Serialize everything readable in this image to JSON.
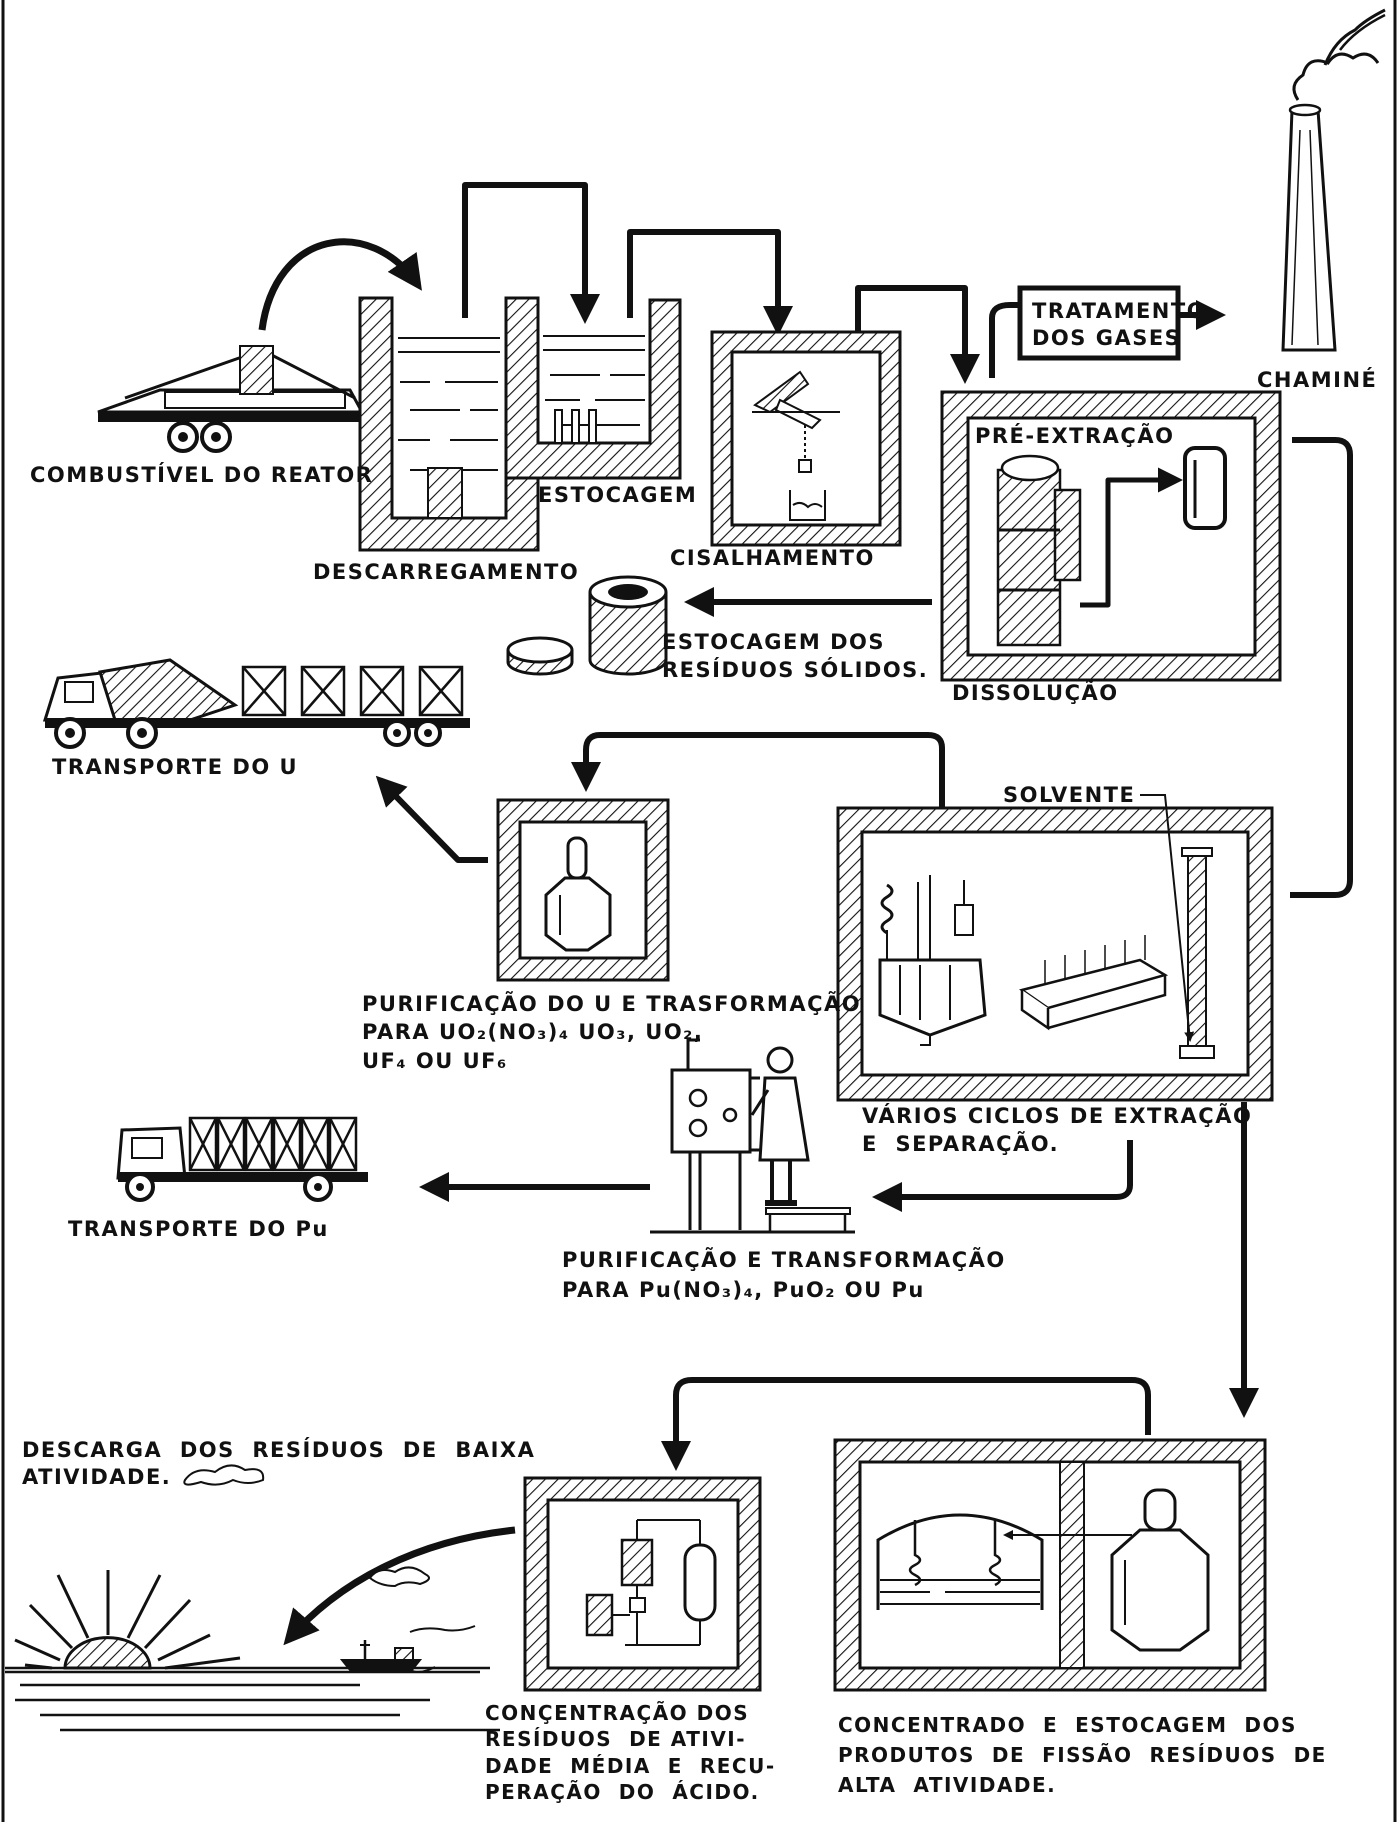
{
  "colors": {
    "ink": "#111111",
    "paper": "#ffffff"
  },
  "labels": {
    "reactor_fuel": "COMBUSTÍVEL DO REATOR",
    "unloading": "DESCARREGAMENTO",
    "storage": "ESTOCAGEM",
    "shearing": "CISALHAMENTO",
    "gas_treatment": "TRATAMENTO\nDOS GASES",
    "chimney": "CHAMINÉ",
    "pre_extraction": "PRÉ-EXTRAÇÃO",
    "dissolution": "DISSOLUÇÃO",
    "solid_waste_storage": "ESTOCAGEM DOS\nRESÍDUOS SÓLIDOS.",
    "u_transport": "TRANSPORTE DO U",
    "solvent": "SOLVENTE",
    "u_purification": "PURIFICAÇÃO DO U E TRASFORMAÇÃO\nPARA UO₂(NO₃)₄ UO₃, UO₂,\nUF₄ OU UF₆",
    "extraction_cycles": "VÁRIOS CICLOS DE EXTRAÇÃO\nE  SEPARAÇÃO.",
    "pu_transport": "TRANSPORTE DO Pu",
    "pu_purification": "PURIFICAÇÃO E TRANSFORMAÇÃO\nPARA Pu(NO₃)₄, PuO₂ OU Pu",
    "low_activity_discharge": "DESCARGA  DOS  RESÍDUOS  DE  BAIXA\nATIVIDADE.",
    "medium_activity": "CONÇENTRAÇÃO DOS\nRESÍDUOS  DE ATIVI-\nDADE  MÉDIA  E  RECU-\nPERAÇÃO  DO  ÁCIDO.",
    "high_activity": "CONCENTRADO  E  ESTOCAGEM  DOS\nPRODUTOS  DE  FISSÃO  RESÍDUOS  DE\nALTA  ATIVIDADE."
  }
}
